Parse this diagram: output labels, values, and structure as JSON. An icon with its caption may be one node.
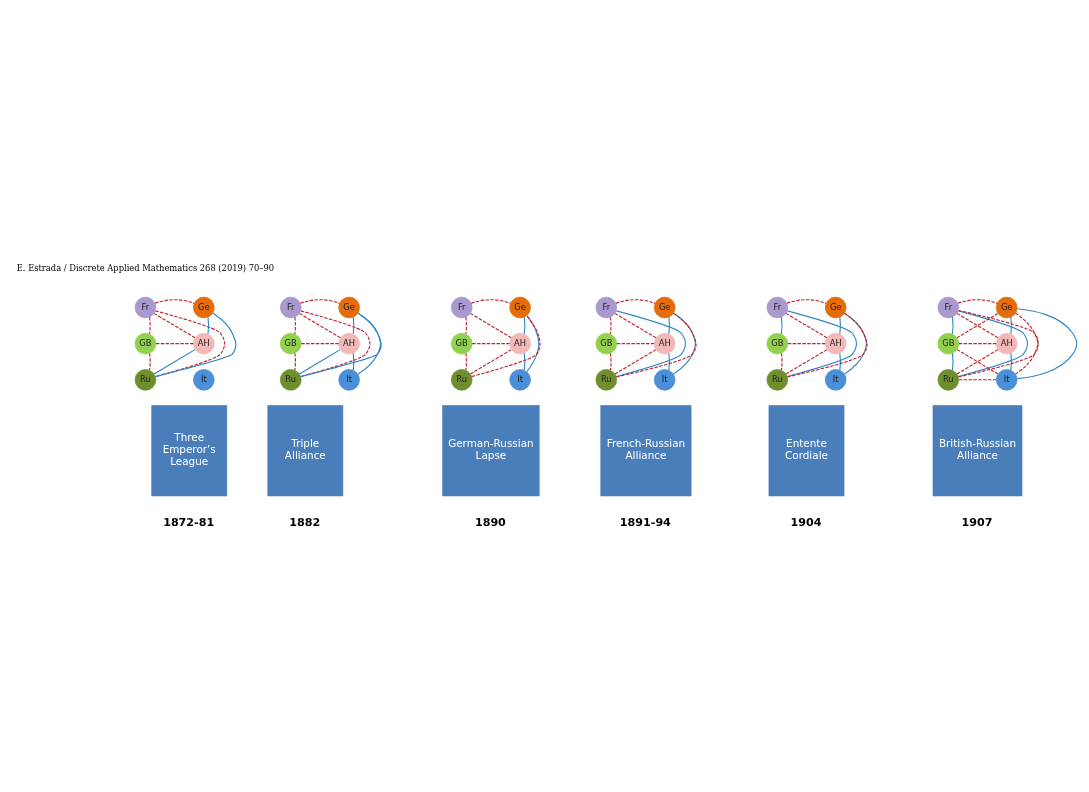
{
  "diagram": {
    "nodes": [
      {
        "text": [
          "Fr"
        ]
      },
      {
        "text": [
          "Ge"
        ]
      },
      {
        "text": [
          "GB"
        ]
      },
      {
        "text": [
          "AH"
        ]
      },
      {
        "text": [
          "Ru"
        ]
      },
      {
        "text": [
          "It"
        ]
      },
      {
        "text": [
          "Three Emperor’s League"
        ],
        "beside": [
          "1872-81"
        ]
      },
      {
        "text": [
          "Fr"
        ]
      },
      {
        "text": [
          "Ge"
        ]
      },
      {
        "text": [
          "GB"
        ]
      },
      {
        "text": [
          "AH"
        ]
      },
      {
        "text": [
          "Ru"
        ]
      },
      {
        "text": [
          "It"
        ]
      },
      {
        "text": [
          "Triple Alliance"
        ],
        "beside": [
          "1882"
        ]
      },
      {
        "text": [
          "Fr"
        ]
      },
      {
        "text": [
          "Ge"
        ]
      },
      {
        "text": [
          "GB"
        ]
      },
      {
        "text": [
          "AH"
        ]
      },
      {
        "text": [
          "Ru"
        ]
      },
      {
        "text": [
          "It"
        ]
      },
      {
        "text": [
          "German-Russian Lapse"
        ],
        "beside": [
          "1890"
        ]
      },
      {
        "text": [
          "Fr"
        ]
      },
      {
        "text": [
          "Ge"
        ]
      },
      {
        "text": [
          "GB"
        ]
      },
      {
        "text": [
          "AH"
        ]
      },
      {
        "text": [
          "Ru"
        ]
      },
      {
        "text": [
          "It"
        ]
      },
      {
        "text": [
          "French-Russian Alliance"
        ],
        "beside": [
          "1891-94"
        ]
      },
      {
        "text": [
          "Fr"
        ]
      },
      {
        "text": [
          "Ge"
        ]
      },
      {
        "text": [
          "GB"
        ]
      },
      {
        "text": [
          "AH"
        ]
      },
      {
        "text": [
          "Ru"
        ]
      },
      {
        "text": [
          "It"
        ]
      },
      {
        "text": [
          "Entente Cordiale"
        ],
        "beside": [
          "1904"
        ]
      },
      {
        "text": [
          "Fr"
        ]
      },
      {
        "text": [
          "Ge"
        ]
      },
      {
        "text": [
          "GB"
        ]
      },
      {
        "text": [
          "AH"
        ]
      },
      {
        "text": [
          "Ru"
        ]
      },
      {
        "text": [
          "It"
        ]
      },
      {
        "text": [
          "British-Russian Alliance"
        ],
        "beside": [
          "1907"
        ]
      }
    ],
    "edges": [
      {
        "from": 0,
        "to": 1,
        "arrow": "none",
        "style": "dashed"
      },
      {
        "from": 0,
        "to": 3,
        "arrow": "none",
        "style": "dashed"
      },
      {
        "from": 0,
        "to": 2,
        "arrow": "none",
        "style": "dashed"
      },
      {
        "from": 0,
        "to": 4,
        "arrow": "none",
        "style": "dashed"
      },
      {
        "from": 2,
        "to": 3,
        "arrow": "none",
        "style": "dashed"
      },
      {
        "from": 2,
        "to": 4,
        "arrow": "none",
        "style": "dashed"
      },
      {
        "from": 4,
        "to": 1,
        "arrow": "none",
        "color": "#2e86c8"
      },
      {
        "from": 4,
        "to": 3,
        "arrow": "none",
        "color": "#2e86c8"
      },
      {
        "from": 1,
        "to": 3,
        "arrow": "none",
        "color": "#2e86c8"
      },
      {
        "from": 7,
        "to": 8,
        "arrow": "none",
        "style": "dashed"
      },
      {
        "from": 7,
        "to": 10,
        "arrow": "none",
        "style": "dashed"
      },
      {
        "from": 7,
        "to": 9,
        "arrow": "none",
        "style": "dashed"
      },
      {
        "from": 7,
        "to": 11,
        "arrow": "none",
        "style": "dashed"
      },
      {
        "from": 9,
        "to": 10,
        "arrow": "none",
        "style": "dashed"
      },
      {
        "from": 9,
        "to": 11,
        "arrow": "none",
        "style": "dashed"
      },
      {
        "from": 11,
        "to": 8,
        "arrow": "none",
        "color": "#2e86c8"
      },
      {
        "from": 11,
        "to": 10,
        "arrow": "none",
        "color": "#2e86c8"
      },
      {
        "from": 8,
        "to": 10,
        "arrow": "none",
        "color": "#2e86c8"
      },
      {
        "from": 10,
        "to": 12,
        "arrow": "none",
        "color": "#2e86c8"
      },
      {
        "from": 8,
        "to": 12,
        "arrow": "none",
        "color": "#2e86c8"
      },
      {
        "from": 14,
        "to": 15,
        "arrow": "none",
        "style": "dashed"
      },
      {
        "from": 14,
        "to": 17,
        "arrow": "none",
        "style": "dashed"
      },
      {
        "from": 14,
        "to": 16,
        "arrow": "none",
        "style": "dashed"
      },
      {
        "from": 16,
        "to": 17,
        "arrow": "none",
        "style": "dashed"
      },
      {
        "from": 16,
        "to": 18,
        "arrow": "none",
        "style": "dashed"
      },
      {
        "from": 18,
        "to": 15,
        "arrow": "none",
        "style": "dashed"
      },
      {
        "from": 18,
        "to": 17,
        "arrow": "none",
        "style": "dashed"
      },
      {
        "from": 15,
        "to": 17,
        "arrow": "none",
        "color": "#2e86c8"
      },
      {
        "from": 17,
        "to": 19,
        "arrow": "none",
        "color": "#2e86c8"
      },
      {
        "from": 15,
        "to": 19,
        "arrow": "none",
        "color": "#2e86c8"
      },
      {
        "from": 21,
        "to": 22,
        "arrow": "none",
        "style": "dashed"
      },
      {
        "from": 21,
        "to": 24,
        "arrow": "none",
        "style": "dashed"
      },
      {
        "from": 21,
        "to": 23,
        "arrow": "none",
        "style": "dashed"
      },
      {
        "from": 23,
        "to": 24,
        "arrow": "none",
        "style": "dashed"
      },
      {
        "from": 23,
        "to": 25,
        "arrow": "none",
        "style": "dashed"
      },
      {
        "from": 25,
        "to": 22,
        "arrow": "none",
        "style": "dashed"
      },
      {
        "from": 25,
        "to": 24,
        "arrow": "none",
        "style": "dashed"
      },
      {
        "from": 21,
        "to": 25,
        "arrow": "none",
        "color": "#2e86c8"
      },
      {
        "from": 22,
        "to": 24,
        "arrow": "none",
        "color": "#2e86c8"
      },
      {
        "from": 24,
        "to": 26,
        "arrow": "none",
        "color": "#2e86c8"
      },
      {
        "from": 22,
        "to": 26,
        "arrow": "none",
        "color": "#2e86c8"
      },
      {
        "from": 28,
        "to": 29,
        "arrow": "none",
        "style": "dashed"
      },
      {
        "from": 28,
        "to": 31,
        "arrow": "none",
        "style": "dashed"
      },
      {
        "from": 30,
        "to": 31,
        "arrow": "none",
        "style": "dashed"
      },
      {
        "from": 30,
        "to": 32,
        "arrow": "none",
        "style": "dashed"
      },
      {
        "from": 32,
        "to": 29,
        "arrow": "none",
        "style": "dashed"
      },
      {
        "from": 32,
        "to": 31,
        "arrow": "none",
        "style": "dashed"
      },
      {
        "from": 28,
        "to": 30,
        "arrow": "none",
        "color": "#2e86c8"
      },
      {
        "from": 28,
        "to": 32,
        "arrow": "none",
        "color": "#2e86c8"
      },
      {
        "from": 29,
        "to": 31,
        "arrow": "none",
        "color": "#2e86c8"
      },
      {
        "from": 31,
        "to": 33,
        "arrow": "none",
        "color": "#2e86c8"
      },
      {
        "from": 29,
        "to": 33,
        "arrow": "none",
        "color": "#2e86c8"
      },
      {
        "from": 35,
        "to": 36,
        "arrow": "none",
        "style": "dashed"
      },
      {
        "from": 35,
        "to": 38,
        "arrow": "none",
        "style": "dashed"
      },
      {
        "from": 35,
        "to": 40,
        "arrow": "none",
        "style": "dashed"
      },
      {
        "from": 37,
        "to": 36,
        "arrow": "none",
        "style": "dashed"
      },
      {
        "from": 37,
        "to": 38,
        "arrow": "none",
        "style": "dashed"
      },
      {
        "from": 37,
        "to": 40,
        "arrow": "none",
        "style": "dashed"
      },
      {
        "from": 39,
        "to": 36,
        "arrow": "none",
        "style": "dashed"
      },
      {
        "from": 39,
        "to": 38,
        "arrow": "none",
        "style": "dashed"
      },
      {
        "from": 39,
        "to": 40,
        "arrow": "none",
        "style": "dashed"
      },
      {
        "from": 35,
        "to": 37,
        "arrow": "none",
        "color": "#2e86c8"
      },
      {
        "from": 37,
        "to": 39,
        "arrow": "none",
        "color": "#2e86c8"
      },
      {
        "from": 35,
        "to": 39,
        "arrow": "none",
        "color": "#2e86c8"
      },
      {
        "from": 36,
        "to": 38,
        "arrow": "none",
        "color": "#2e86c8"
      },
      {
        "from": 38,
        "to": 40,
        "arrow": "none",
        "color": "#2e86c8"
      },
      {
        "from": 36,
        "to": 40,
        "arrow": "none",
        "color": "#2e86c8"
      }
    ],
    "labels": [
      "E. Estrada / Discrete Applied Mathematics 268 (2019) 70–90"
    ]
  }
}
